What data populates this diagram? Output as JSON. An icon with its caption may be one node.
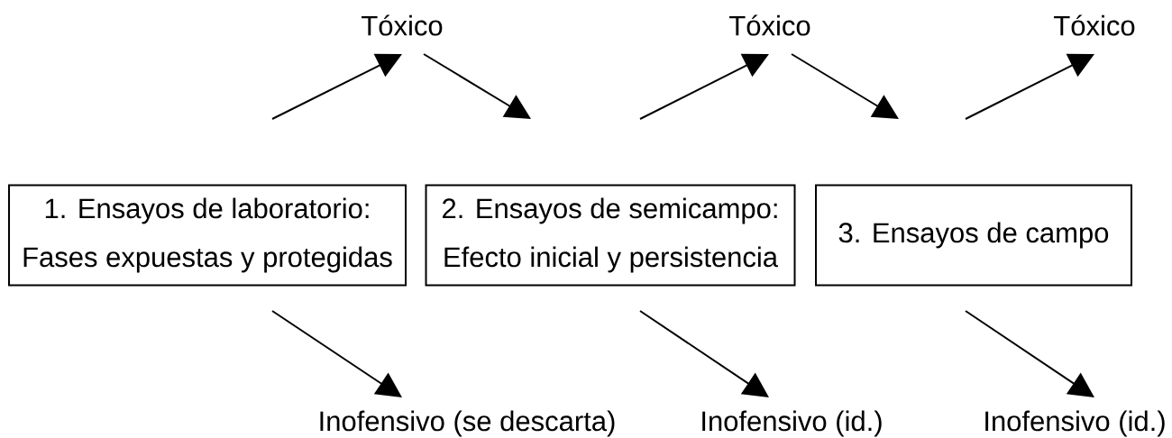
{
  "diagram": {
    "nodes": [
      {
        "text": [
          "Tóxico"
        ]
      },
      {
        "text": [
          "Tóxico"
        ]
      },
      {
        "text": [
          "Tóxico"
        ]
      },
      {
        "text": [
          "1.  Ensayos de laboratorio:",
          "Fases expuestas y protegidas"
        ]
      },
      {
        "text": [
          "2.  Ensayos de semicampo:",
          "Efecto inicial y persistencia"
        ]
      },
      {
        "text": [
          "3.  Ensayos de campo"
        ]
      },
      {
        "text": [
          "Inofensivo (se descarta)"
        ]
      },
      {
        "text": [
          "Inofensivo (id.)"
        ]
      },
      {
        "text": [
          "Inofensivo (id.)"
        ]
      }
    ],
    "edges": [
      {
        "from": 3,
        "to": 0,
        "arrow": "to"
      },
      {
        "from": 0,
        "to": 4,
        "arrow": "to"
      },
      {
        "from": 4,
        "to": 1,
        "arrow": "to"
      },
      {
        "from": 1,
        "to": 5,
        "arrow": "to"
      },
      {
        "from": 5,
        "to": 2,
        "arrow": "to"
      },
      {
        "from": 3,
        "to": 6,
        "arrow": "to"
      },
      {
        "from": 4,
        "to": 7,
        "arrow": "to"
      },
      {
        "from": 5,
        "to": 8,
        "arrow": "to"
      }
    ]
  }
}
